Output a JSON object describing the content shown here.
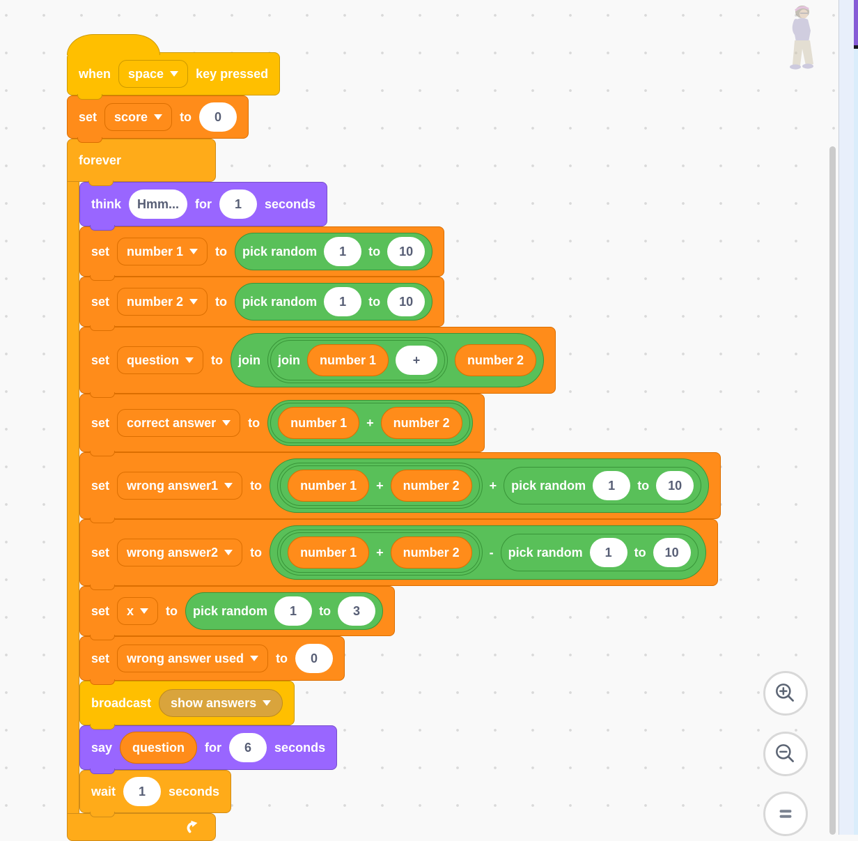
{
  "palette": {
    "events": "#FFBF00",
    "events_border": "#CC9900",
    "events_field": "#D9A43C",
    "control": "#FFAB19",
    "control_border": "#CF8B17",
    "variables": "#FF8C1A",
    "variables_border": "#DB6E00",
    "operators": "#59C059",
    "operators_border": "#389438",
    "looks": "#9966FF",
    "looks_border": "#774DCB",
    "block_text": "#FFFFFF",
    "input_text": "#575E75",
    "workspace_bg": "#F9F9F9"
  },
  "labels": {
    "when": "when",
    "key_pressed": "key pressed",
    "set": "set",
    "to": "to",
    "forever": "forever",
    "think": "think",
    "for": "for",
    "seconds": "seconds",
    "pick_random": "pick random",
    "join": "join",
    "plus": "+",
    "minus": "-",
    "broadcast": "broadcast",
    "say": "say",
    "wait": "wait"
  },
  "fields": {
    "key": "space",
    "score_var": "score",
    "score_value": "0",
    "think_text": "Hmm...",
    "think_secs": "1",
    "num1_var": "number 1",
    "num2_var": "number 2",
    "rand_min": "1",
    "rand_max": "10",
    "question_var": "question",
    "join_plus": "+",
    "correct_var": "correct answer",
    "wrong1_var": "wrong answer1",
    "wrong2_var": "wrong answer2",
    "x_var": "x",
    "x_min": "1",
    "x_max": "3",
    "wrong_used_var": "wrong answer used",
    "wrong_used_value": "0",
    "broadcast_msg": "show answers",
    "say_secs": "6",
    "wait_secs": "1"
  },
  "icons": {
    "zoom_in": "magnifier-plus",
    "zoom_out": "magnifier-minus",
    "zoom_reset": "equals-bars",
    "loop": "loop-arrow",
    "sprite_ghost": "faded-sprite"
  }
}
